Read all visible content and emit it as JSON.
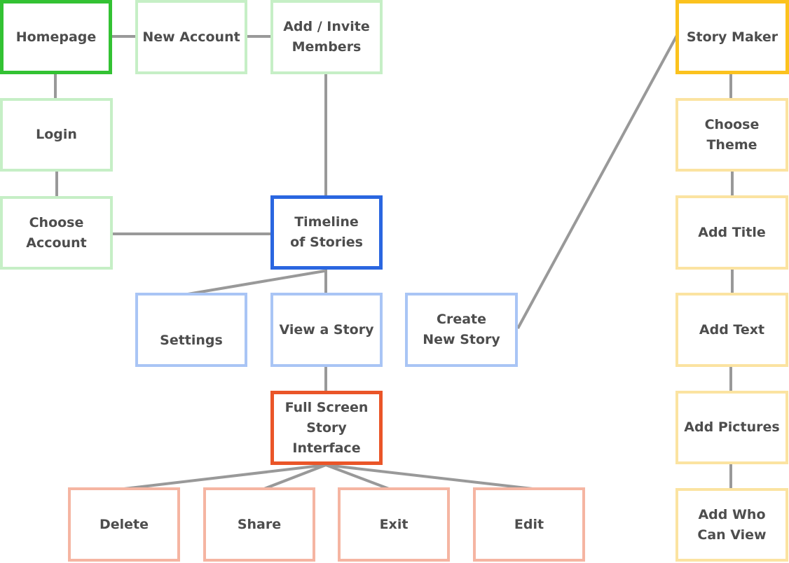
{
  "colors": {
    "connector": "#999999",
    "text": "#4d4d4d",
    "green_strong": "#33c233",
    "green_light": "#c6efc6",
    "blue_strong": "#2a66e0",
    "blue_light": "#a9c5f5",
    "red_strong": "#ea5528",
    "red_light": "#f5b5a2",
    "yellow_strong": "#fbc21e",
    "yellow_light": "#fbe3a1"
  },
  "nodes": {
    "homepage": "Homepage",
    "new_account": "New Account",
    "add_invite_members": "Add / Invite\nMembers",
    "login": "Login",
    "choose_account": "Choose\nAccount",
    "timeline_of_stories": "Timeline\nof Stories",
    "settings": "Settings",
    "view_a_story": "View a Story",
    "create_new_story": "Create\nNew Story",
    "full_screen_story_interface": "Full Screen\nStory Interface",
    "delete": "Delete",
    "share": "Share",
    "exit": "Exit",
    "edit": "Edit",
    "story_maker": "Story Maker",
    "choose_theme": "Choose\nTheme",
    "add_title": "Add Title",
    "add_text": "Add Text",
    "add_pictures": "Add Pictures",
    "add_who_can_view": "Add Who\nCan View"
  }
}
